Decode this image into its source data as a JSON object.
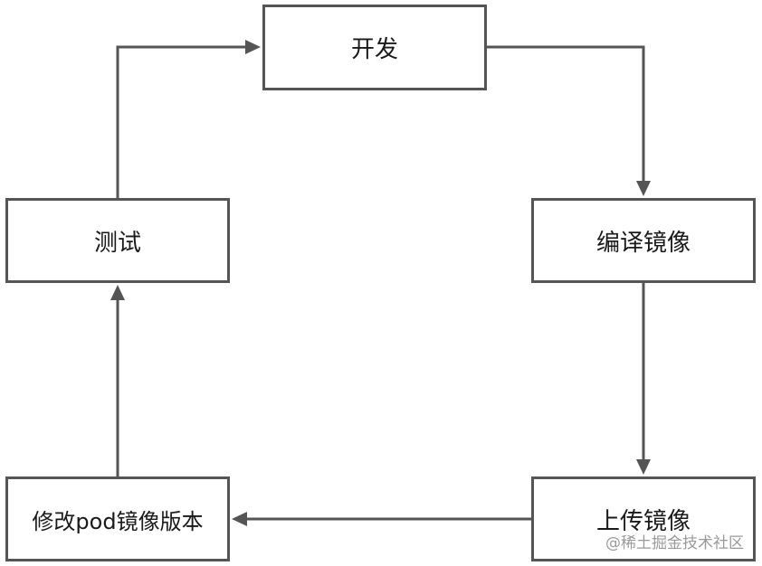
{
  "diagram": {
    "nodes": {
      "dev": "开发",
      "build_image": "编译镜像",
      "upload_image": "上传镜像",
      "modify_pod": "修改pod镜像版本",
      "test": "测试"
    },
    "edges": [
      {
        "from": "开发",
        "to": "编译镜像"
      },
      {
        "from": "编译镜像",
        "to": "上传镜像"
      },
      {
        "from": "上传镜像",
        "to": "修改pod镜像版本"
      },
      {
        "from": "修改pod镜像版本",
        "to": "测试"
      },
      {
        "from": "测试",
        "to": "开发"
      }
    ],
    "colors": {
      "stroke": "#555555",
      "text": "#1a1a1a",
      "watermark": "#9a9a9a"
    }
  },
  "watermark": "@稀土掘金技术社区"
}
